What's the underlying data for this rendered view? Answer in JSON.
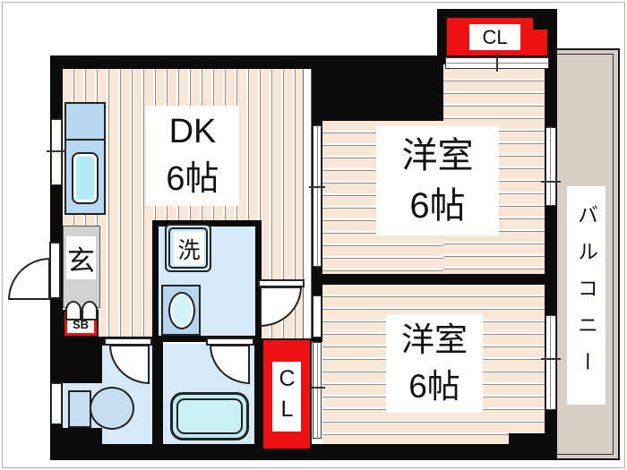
{
  "plan": {
    "rooms": {
      "dk": {
        "name": "DK",
        "size": "6帖"
      },
      "western_top": {
        "name": "洋室",
        "size": "6帖"
      },
      "western_bottom": {
        "name": "洋室",
        "size": "6帖"
      },
      "balcony": {
        "name": "バルコニー"
      },
      "entrance": {
        "name": "玄"
      },
      "laundry": {
        "name": "洗"
      }
    },
    "closets": {
      "top": "CL",
      "bottom": "CL",
      "shoebox": "SB"
    },
    "colors": {
      "wall": "#0b0b0b",
      "wood_floor": "#f8e6d6",
      "wet_floor": "#d5e9f8",
      "balcony_floor": "#d6cfc6",
      "closet_red": "#ee1111",
      "entrance_gray": "#d2d2d2",
      "counter_blue": "#b7d8f2",
      "fixture_cyan": "#b2edf4"
    }
  }
}
